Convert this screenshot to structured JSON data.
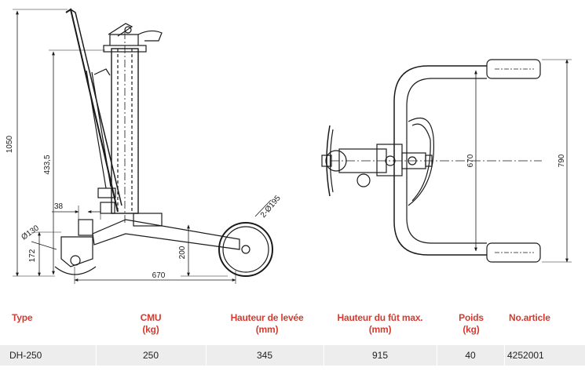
{
  "drawing": {
    "dimensions": {
      "overall_height": "1050",
      "column_height": "433,5",
      "offset": "38",
      "castor_diameter": "Ø130",
      "castor_height": "172",
      "wheel_diameter": "2-Ø195",
      "lift_height": "200",
      "base_length": "670",
      "top_width": "670",
      "top_overall": "790"
    }
  },
  "specs": {
    "headers": {
      "type": "Type",
      "cmu": [
        "CMU",
        "(kg)"
      ],
      "lift": [
        "Hauteur de levée",
        "(mm)"
      ],
      "drum": [
        "Hauteur du fût max.",
        "(mm)"
      ],
      "weight": [
        "Poids",
        "(kg)"
      ],
      "article": "No.article"
    },
    "row": {
      "type": "DH-250",
      "cmu": "250",
      "lift": "345",
      "drum": "915",
      "weight": "40",
      "article": "4252001"
    }
  }
}
